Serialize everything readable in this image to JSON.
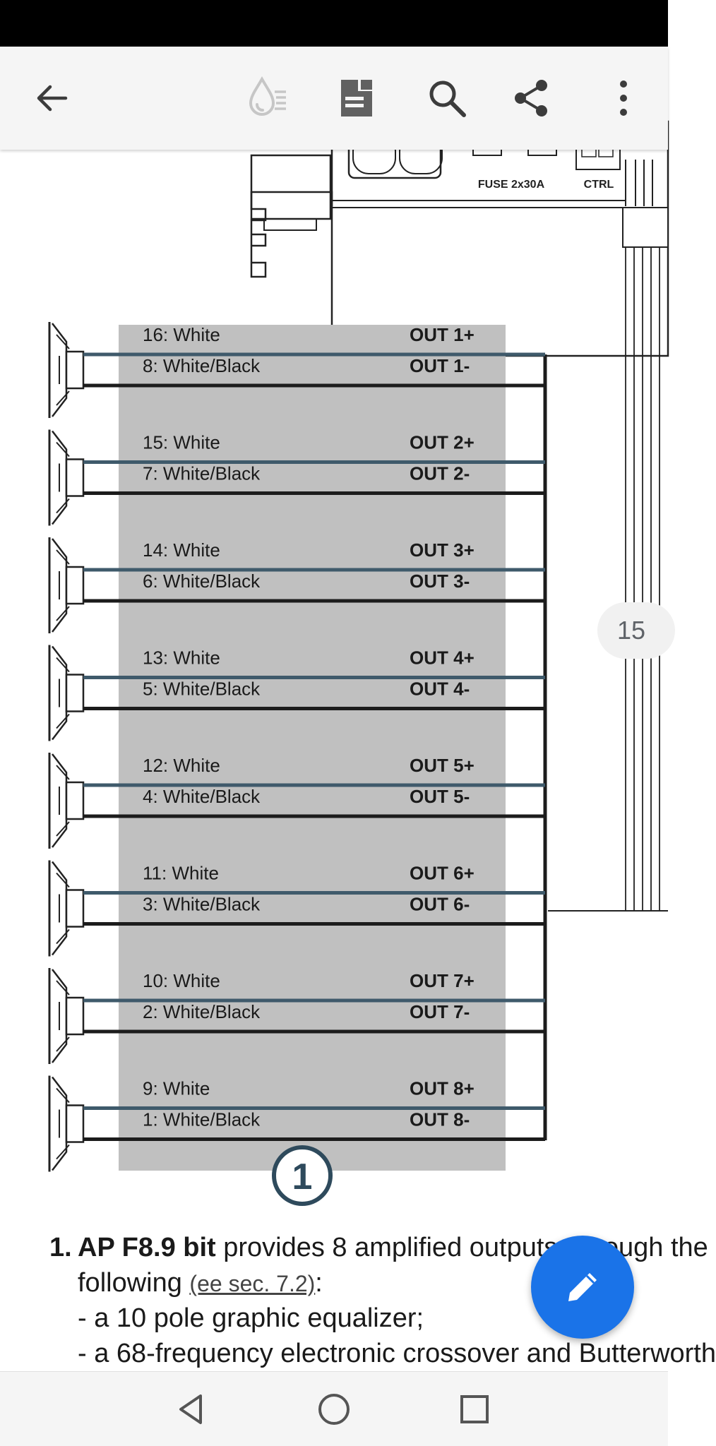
{
  "document": {
    "page_number": "15",
    "diagram": {
      "fuse_label": "FUSE 2x30A",
      "ctrl_label": "CTRL",
      "callout_number": "1",
      "channels": [
        {
          "pos_wire": "16: White",
          "neg_wire": "8: White/Black",
          "pos_out": "OUT 1+",
          "neg_out": "OUT 1-"
        },
        {
          "pos_wire": "15: White",
          "neg_wire": "7: White/Black",
          "pos_out": "OUT 2+",
          "neg_out": "OUT 2-"
        },
        {
          "pos_wire": "14: White",
          "neg_wire": "6: White/Black",
          "pos_out": "OUT 3+",
          "neg_out": "OUT 3-"
        },
        {
          "pos_wire": "13: White",
          "neg_wire": "5: White/Black",
          "pos_out": "OUT 4+",
          "neg_out": "OUT 4-"
        },
        {
          "pos_wire": "12: White",
          "neg_wire": "4: White/Black",
          "pos_out": "OUT 5+",
          "neg_out": "OUT 5-"
        },
        {
          "pos_wire": "11: White",
          "neg_wire": "3: White/Black",
          "pos_out": "OUT 6+",
          "neg_out": "OUT 6-"
        },
        {
          "pos_wire": "10: White",
          "neg_wire": "2: White/Black",
          "pos_out": "OUT 7+",
          "neg_out": "OUT 7-"
        },
        {
          "pos_wire": "9: White",
          "neg_wire": "1: White/Black",
          "pos_out": "OUT 8+",
          "neg_out": "OUT 8-"
        }
      ]
    },
    "text": {
      "item_number": "1.",
      "product_name": "AP F8.9 bit",
      "line1_rest": " provides 8 amplified outputs, through the",
      "line2_start": "following ",
      "line2_link": "(ee sec. 7.2)",
      "line2_end": ":",
      "bullet1": "- a 10 pole graphic equalizer;",
      "bullet2": "- a 68-frequency electronic crossover and Butterworth"
    }
  },
  "toolbar": {
    "icons": [
      "back-arrow-icon",
      "reading-mode-icon",
      "bookmark-icon",
      "search-icon",
      "share-icon",
      "more-vert-icon"
    ]
  },
  "colors": {
    "positive_wire": "#3f5a6b",
    "negative_wire": "#1c1c1c",
    "panel": "#c0c0c0",
    "fab": "#1a73e8"
  }
}
